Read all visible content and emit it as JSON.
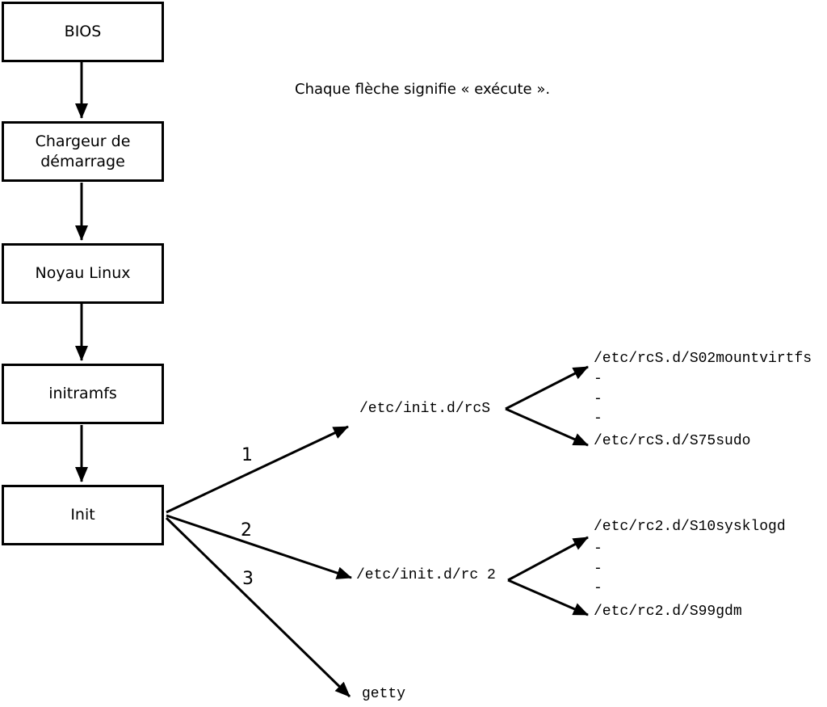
{
  "title_note": "Chaque flèche signifie « exécute ».",
  "flow": {
    "boxes": [
      {
        "label": "BIOS"
      },
      {
        "label": "Chargeur de démarrage"
      },
      {
        "label": "Noyau Linux"
      },
      {
        "label": "initramfs"
      },
      {
        "label": "Init"
      }
    ]
  },
  "fan": {
    "arrow_labels": [
      "1",
      "2",
      "3"
    ],
    "targets": [
      "/etc/init.d/rcS",
      "/etc/init.d/rc 2",
      "getty"
    ]
  },
  "rcS_list": {
    "first": "/etc/rcS.d/S02mountvirtfs",
    "dashes": [
      "-",
      "-",
      "-"
    ],
    "last": "/etc/rcS.d/S75sudo"
  },
  "rc2_list": {
    "first": "/etc/rc2.d/S10sysklogd",
    "dashes": [
      "-",
      "-",
      "-"
    ],
    "last": "/etc/rc2.d/S99gdm"
  },
  "colors": {
    "ink": "#000000",
    "paper": "#ffffff"
  }
}
